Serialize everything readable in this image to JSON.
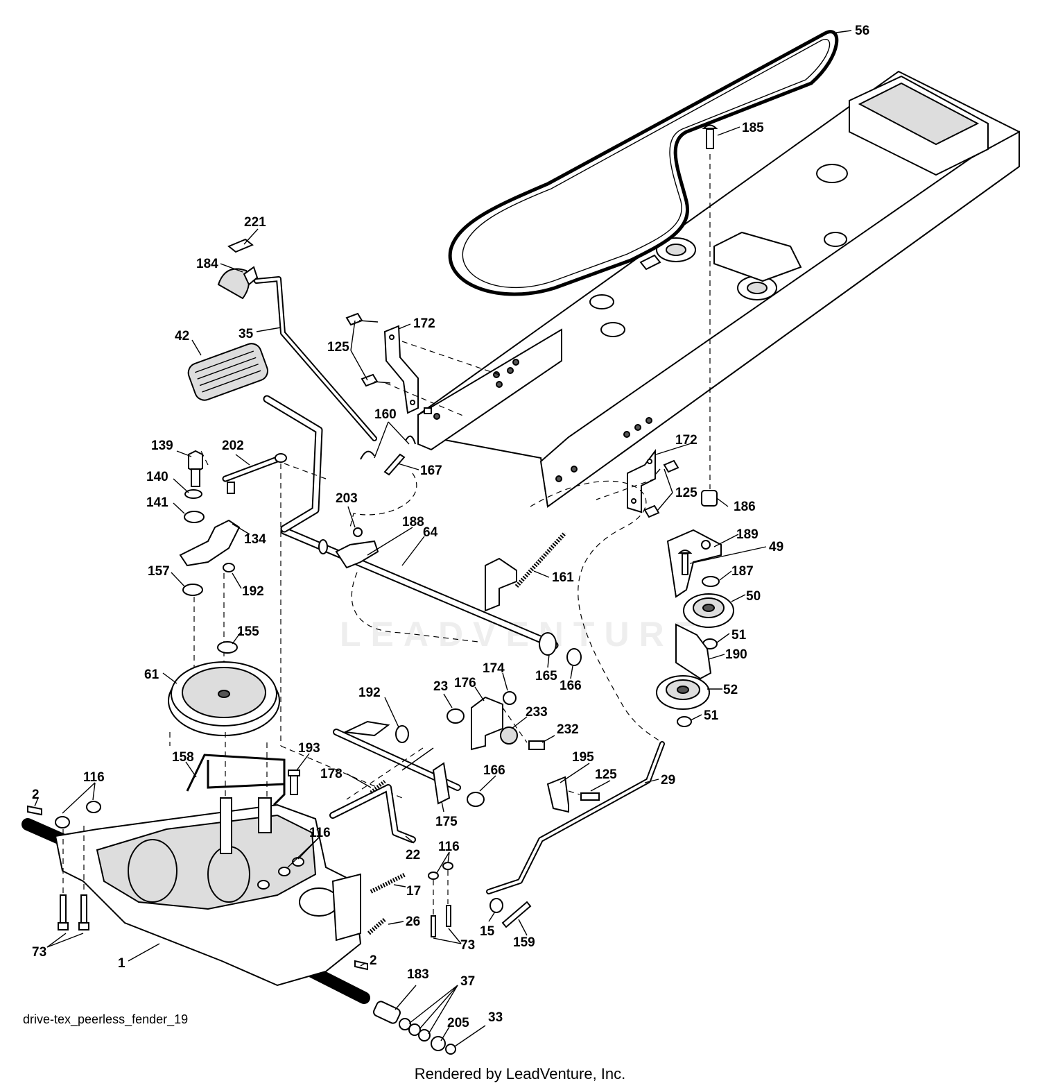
{
  "diagram": {
    "id_text": "drive-tex_peerless_fender_19",
    "footer": "Rendered by LeadVenture, Inc.",
    "watermark": "LEADVENTURE"
  },
  "callouts": [
    {
      "key": "c56",
      "text": "56"
    },
    {
      "key": "c185",
      "text": "185"
    },
    {
      "key": "c221",
      "text": "221"
    },
    {
      "key": "c184",
      "text": "184"
    },
    {
      "key": "c35",
      "text": "35"
    },
    {
      "key": "c42",
      "text": "42"
    },
    {
      "key": "c172a",
      "text": "172"
    },
    {
      "key": "c125a",
      "text": "125"
    },
    {
      "key": "c160",
      "text": "160"
    },
    {
      "key": "c167",
      "text": "167"
    },
    {
      "key": "c139",
      "text": "139"
    },
    {
      "key": "c202",
      "text": "202"
    },
    {
      "key": "c140",
      "text": "140"
    },
    {
      "key": "c141",
      "text": "141"
    },
    {
      "key": "c134",
      "text": "134"
    },
    {
      "key": "c157",
      "text": "157"
    },
    {
      "key": "c192a",
      "text": "192"
    },
    {
      "key": "c203",
      "text": "203"
    },
    {
      "key": "c188",
      "text": "188"
    },
    {
      "key": "c64",
      "text": "64"
    },
    {
      "key": "c161",
      "text": "161"
    },
    {
      "key": "c172b",
      "text": "172"
    },
    {
      "key": "c125b",
      "text": "125"
    },
    {
      "key": "c186",
      "text": "186"
    },
    {
      "key": "c189",
      "text": "189"
    },
    {
      "key": "c49",
      "text": "49"
    },
    {
      "key": "c187",
      "text": "187"
    },
    {
      "key": "c50",
      "text": "50"
    },
    {
      "key": "c51a",
      "text": "51"
    },
    {
      "key": "c190",
      "text": "190"
    },
    {
      "key": "c52",
      "text": "52"
    },
    {
      "key": "c51b",
      "text": "51"
    },
    {
      "key": "c155",
      "text": "155"
    },
    {
      "key": "c61",
      "text": "61"
    },
    {
      "key": "c165",
      "text": "165"
    },
    {
      "key": "c166a",
      "text": "166"
    },
    {
      "key": "c192b",
      "text": "192"
    },
    {
      "key": "c23",
      "text": "23"
    },
    {
      "key": "c176",
      "text": "176"
    },
    {
      "key": "c174",
      "text": "174"
    },
    {
      "key": "c233",
      "text": "233"
    },
    {
      "key": "c232",
      "text": "232"
    },
    {
      "key": "c158",
      "text": "158"
    },
    {
      "key": "c193",
      "text": "193"
    },
    {
      "key": "c116a",
      "text": "116"
    },
    {
      "key": "c178",
      "text": "178"
    },
    {
      "key": "c166b",
      "text": "166"
    },
    {
      "key": "c195",
      "text": "195"
    },
    {
      "key": "c125c",
      "text": "125"
    },
    {
      "key": "c29",
      "text": "29"
    },
    {
      "key": "c2a",
      "text": "2"
    },
    {
      "key": "c175",
      "text": "175"
    },
    {
      "key": "c116b",
      "text": "116"
    },
    {
      "key": "c22",
      "text": "22"
    },
    {
      "key": "c116c",
      "text": "116"
    },
    {
      "key": "c17",
      "text": "17"
    },
    {
      "key": "c26",
      "text": "26"
    },
    {
      "key": "c73a",
      "text": "73"
    },
    {
      "key": "c73b",
      "text": "73"
    },
    {
      "key": "c15",
      "text": "15"
    },
    {
      "key": "c159",
      "text": "159"
    },
    {
      "key": "c1",
      "text": "1"
    },
    {
      "key": "c2b",
      "text": "2"
    },
    {
      "key": "c183",
      "text": "183"
    },
    {
      "key": "c37",
      "text": "37"
    },
    {
      "key": "c205",
      "text": "205"
    },
    {
      "key": "c33",
      "text": "33"
    }
  ]
}
